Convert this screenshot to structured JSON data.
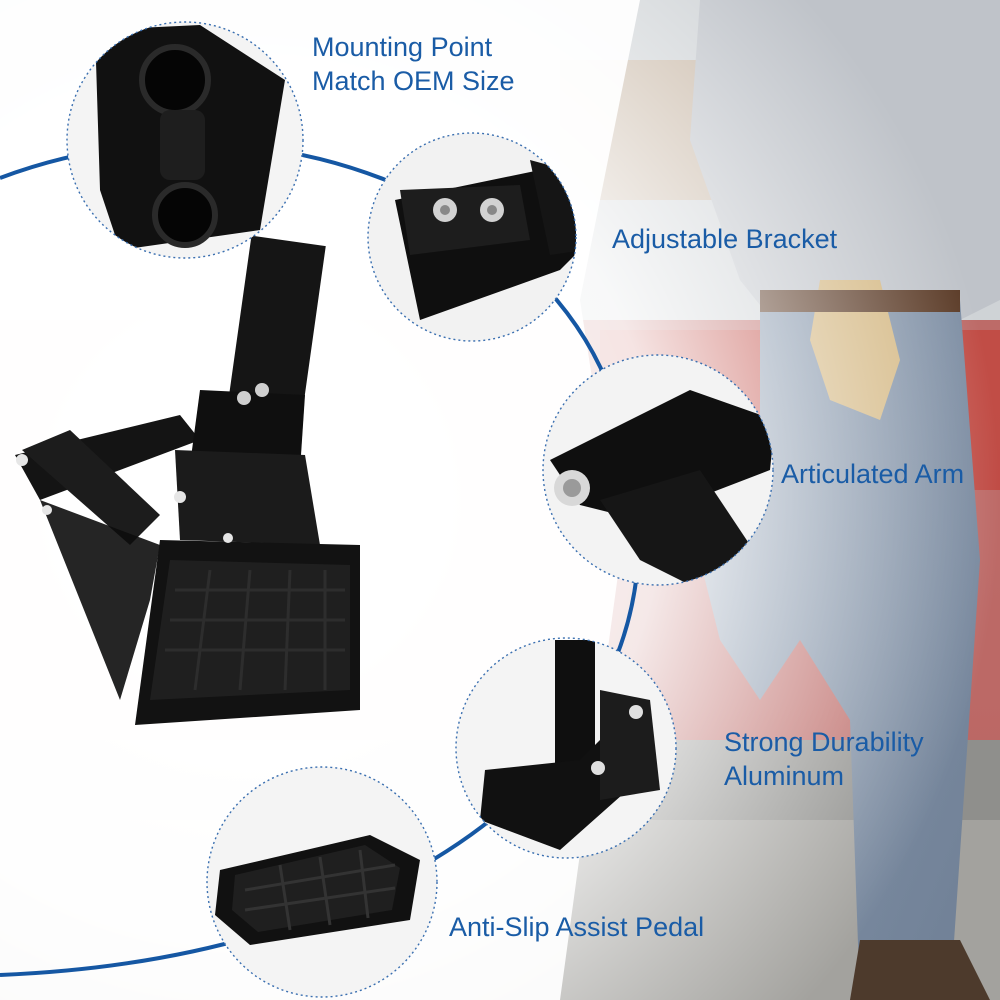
{
  "colors": {
    "label_text": "#1a5ca6",
    "arc_line": "#1557a3",
    "product_black": "#0e0e0e",
    "background_white": "#ffffff"
  },
  "callouts": [
    {
      "id": "mounting-point",
      "lines": [
        "Mounting Point",
        "Match OEM Size"
      ]
    },
    {
      "id": "adjustable-bracket",
      "lines": [
        "Adjustable Bracket"
      ]
    },
    {
      "id": "articulated-arm",
      "lines": [
        "Articulated Arm"
      ]
    },
    {
      "id": "strong-durability",
      "lines": [
        "Strong Durability",
        "Aluminum"
      ]
    },
    {
      "id": "anti-slip-pedal",
      "lines": [
        "Anti-Slip Assist Pedal"
      ]
    }
  ]
}
